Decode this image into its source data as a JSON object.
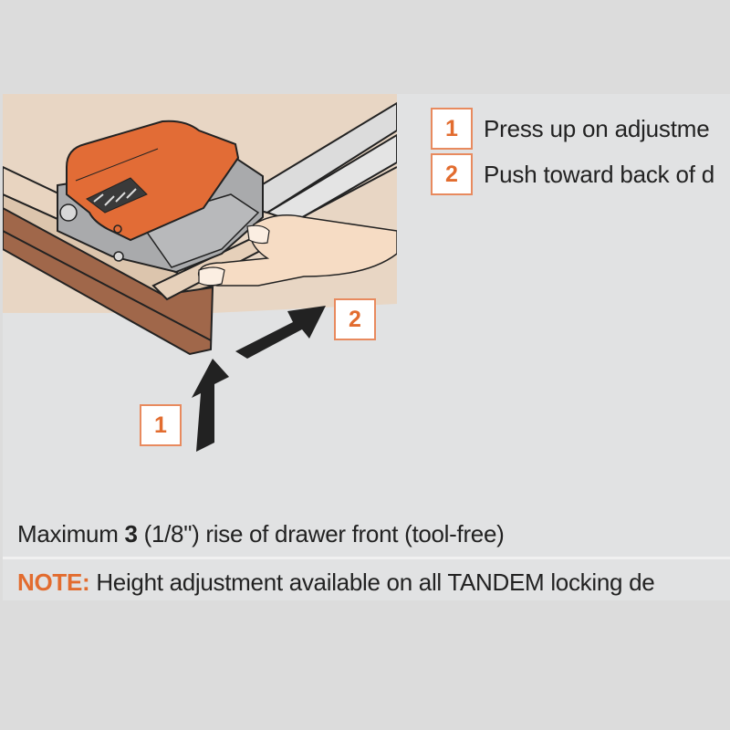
{
  "steps": [
    {
      "number": "1",
      "text": "Press up on adjustme"
    },
    {
      "number": "2",
      "text": "Push toward back of d"
    }
  ],
  "illustration": {
    "description": "Hand pressing orange TANDEM locking device under drawer front",
    "arrow_labels": [
      "1",
      "2"
    ]
  },
  "caption": {
    "prefix": "Maximum ",
    "value": "3",
    "suffix": " (1/8\") rise of drawer front (tool-free)"
  },
  "note": {
    "label": "NOTE:",
    "text": " Height adjustment available on all TANDEM locking de"
  },
  "colors": {
    "accent": "#e26c2f",
    "badge_border": "#e88a5e",
    "panel_bg": "#e1e2e3",
    "page_bg": "#dcdcdc",
    "drawer_front": "#a0674a",
    "wood_light": "#e8d6c4",
    "device_orange": "#e26c36"
  }
}
